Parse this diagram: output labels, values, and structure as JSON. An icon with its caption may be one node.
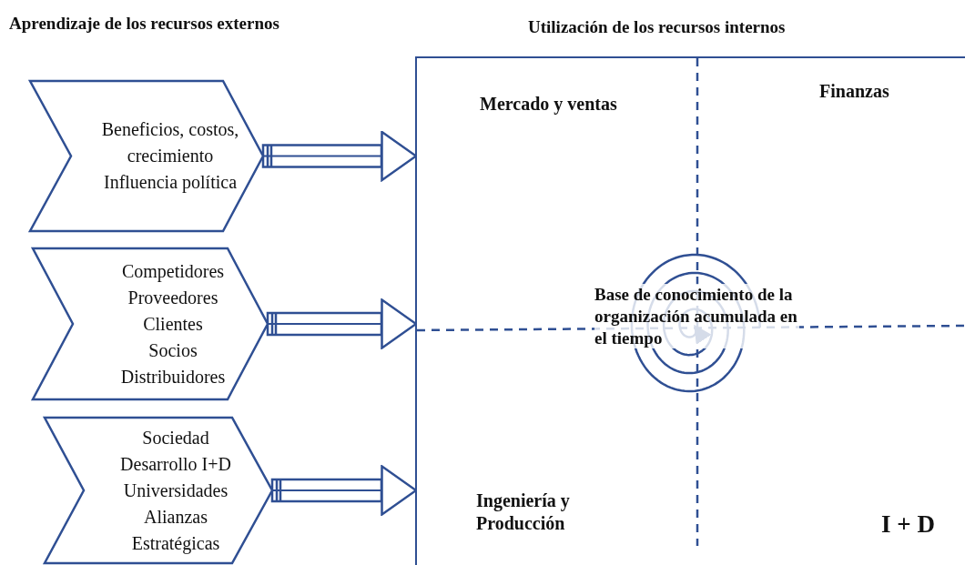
{
  "diagram": {
    "nodes": [
      {
        "text": [
          "Beneficios, costos, crecimiento",
          "Influencia política"
        ]
      },
      {
        "text": [
          "Competidores",
          "Proveedores",
          "Clientes",
          "Socios",
          "Distribuidores"
        ]
      },
      {
        "text": [
          "Sociedad",
          "Desarrollo I+D",
          "Universidades",
          "Alianzas Estratégicas"
        ]
      },
      {
        "text": [],
        "shape": "box"
      }
    ],
    "edges": [
      {
        "from": 0,
        "to": 3,
        "arrow": "to"
      },
      {
        "from": 1,
        "to": 3,
        "arrow": "to"
      },
      {
        "from": 2,
        "to": 3,
        "arrow": "to"
      }
    ],
    "labels": [
      "Aprendizaje de los recursos externos",
      "Utilización de los recursos internos",
      "Mercado y ventas",
      "Finanzas",
      "Base de conocimiento de la organización acumulada en el tiempo",
      "Ingeniería y Producción",
      "I + D"
    ]
  }
}
